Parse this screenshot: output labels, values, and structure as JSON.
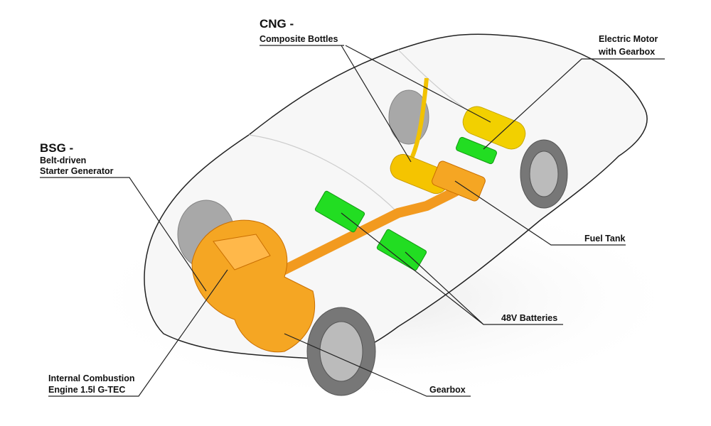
{
  "labels": {
    "cng_title": "CNG -",
    "cng_sub": "Composite Bottles",
    "motor_line1": "Electric Motor",
    "motor_line2": "with Gearbox",
    "bsg_title": "BSG -",
    "bsg_line1": "Belt-driven",
    "bsg_line2": "Starter Generator",
    "fuel_tank": "Fuel Tank",
    "batteries": "48V Batteries",
    "ice_line1": "Internal Combustion",
    "ice_line2": "Engine 1.5l G-TEC",
    "gearbox": "Gearbox"
  },
  "colors": {
    "engine": "#f5a623",
    "cng": "#f2d000",
    "battery": "#22dd22",
    "outline": "#222222"
  }
}
